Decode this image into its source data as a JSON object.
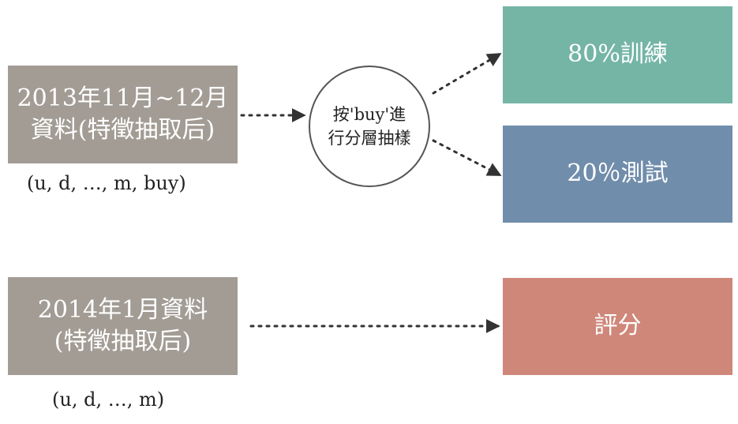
{
  "source_2013": {
    "line1": "2013年11月~12月",
    "line2": "資料(特徵抽取后)",
    "fields": "(u, d, …, m, buy)"
  },
  "sampling": {
    "line1": "按'buy'進",
    "line2": "行分層抽樣"
  },
  "train": {
    "label": "80%訓練"
  },
  "test": {
    "label": "20％測試"
  },
  "source_2014": {
    "line1": "2014年1月資料",
    "line2": "(特徵抽取后)",
    "fields": "(u, d, …, m)"
  },
  "score": {
    "label": "評分"
  },
  "colors": {
    "source_box": "#a29c95",
    "train_box": "#75b5a6",
    "test_box": "#708dab",
    "score_box": "#cf877a",
    "arrow": "#333333"
  }
}
